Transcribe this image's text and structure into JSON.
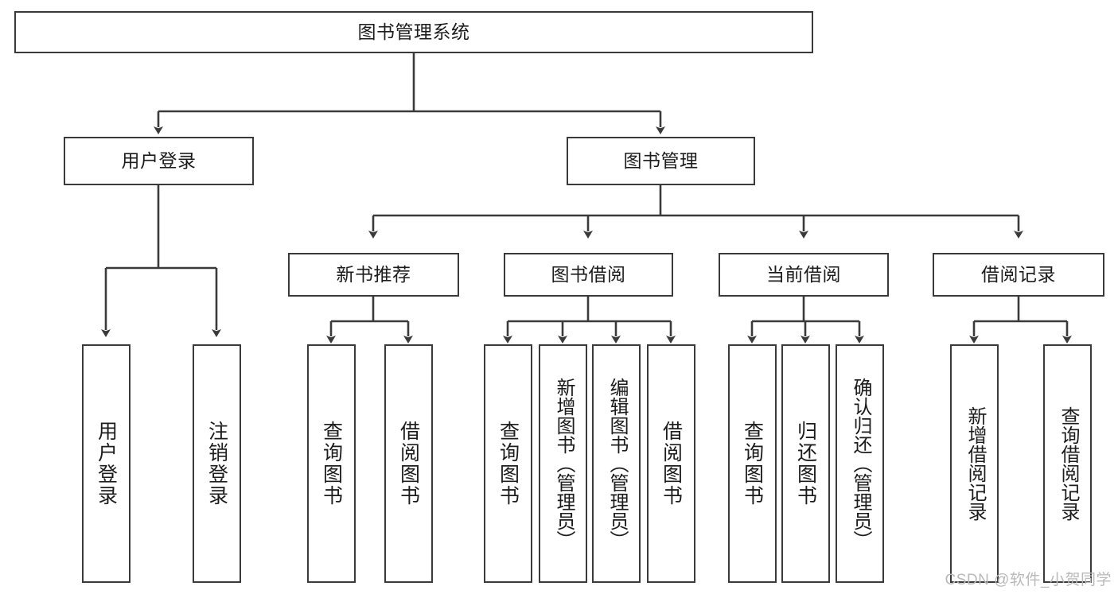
{
  "diagram": {
    "type": "tree-hierarchy",
    "title": "图书管理系统",
    "orientation": "top-down",
    "line_color": "#3a3a3a",
    "box_fill": "#ffffff",
    "text_color": "#1c1c1c",
    "watermark": "CSDN @软件_小贺同学"
  },
  "nodes": {
    "root": {
      "label": "图书管理系统",
      "level": 1
    },
    "level2": [
      {
        "id": "user-login",
        "label": "用户登录"
      },
      {
        "id": "book-manage",
        "label": "图书管理"
      }
    ],
    "level3": [
      {
        "id": "new-book-rec",
        "label": "新书推荐",
        "parent": "book-manage"
      },
      {
        "id": "book-borrow",
        "label": "图书借阅",
        "parent": "book-manage"
      },
      {
        "id": "current-borrow",
        "label": "当前借阅",
        "parent": "book-manage"
      },
      {
        "id": "borrow-record",
        "label": "借阅记录",
        "parent": "book-manage"
      }
    ],
    "leaves": [
      {
        "id": "leaf-user-login",
        "label": "用户登录",
        "parent": "user-login"
      },
      {
        "id": "leaf-logout",
        "label": "注销登录",
        "parent": "user-login"
      },
      {
        "id": "leaf-query-book-rec",
        "label": "查询图书",
        "parent": "new-book-rec"
      },
      {
        "id": "leaf-borrow-book-rec",
        "label": "借阅图书",
        "parent": "new-book-rec"
      },
      {
        "id": "leaf-query-book-borrow",
        "label": "查询图书",
        "parent": "book-borrow"
      },
      {
        "id": "leaf-add-book",
        "label": "新增图书（管理员）",
        "parent": "book-borrow"
      },
      {
        "id": "leaf-edit-book",
        "label": "编辑图书（管理员）",
        "parent": "book-borrow"
      },
      {
        "id": "leaf-borrow-book",
        "label": "借阅图书",
        "parent": "book-borrow"
      },
      {
        "id": "leaf-query-book-cur",
        "label": "查询图书",
        "parent": "current-borrow"
      },
      {
        "id": "leaf-return-book",
        "label": "归还图书",
        "parent": "current-borrow"
      },
      {
        "id": "leaf-confirm-return",
        "label": "确认归还（管理员）",
        "parent": "current-borrow"
      },
      {
        "id": "leaf-add-record",
        "label": "新增借阅记录",
        "parent": "borrow-record"
      },
      {
        "id": "leaf-query-record",
        "label": "查询借阅记录",
        "parent": "borrow-record"
      }
    ]
  }
}
